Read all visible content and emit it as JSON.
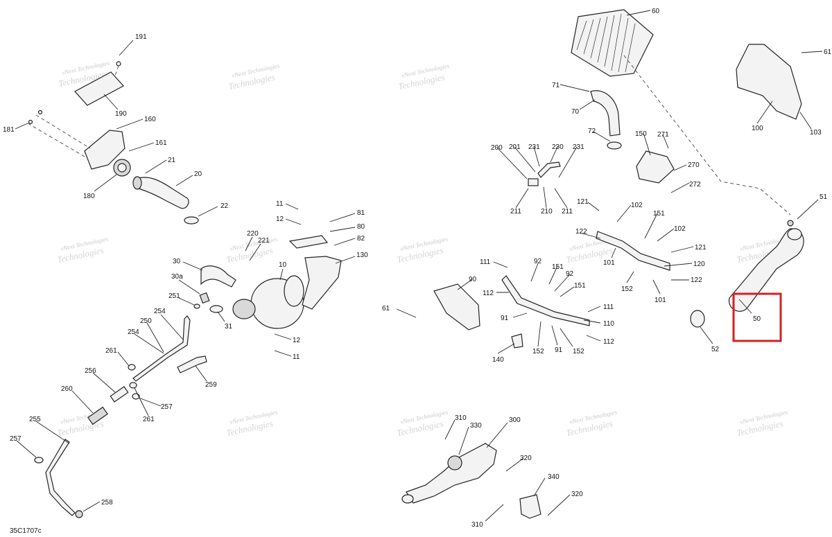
{
  "diagram": {
    "drawing_code": "35C1707c",
    "watermark": {
      "line1": "vNext Technologies",
      "line2": "Technologies"
    },
    "highlight": {
      "target": "50",
      "color": "#d62020"
    },
    "callouts": [
      {
        "id": "c191",
        "label": "191"
      },
      {
        "id": "c190",
        "label": "190"
      },
      {
        "id": "c181",
        "label": "181"
      },
      {
        "id": "c160",
        "label": "160"
      },
      {
        "id": "c161",
        "label": "161"
      },
      {
        "id": "c21",
        "label": "21"
      },
      {
        "id": "c20",
        "label": "20"
      },
      {
        "id": "c180",
        "label": "180"
      },
      {
        "id": "c22",
        "label": "22"
      },
      {
        "id": "c11a",
        "label": "11"
      },
      {
        "id": "c12a",
        "label": "12"
      },
      {
        "id": "c81",
        "label": "81"
      },
      {
        "id": "c80",
        "label": "80"
      },
      {
        "id": "c82",
        "label": "82"
      },
      {
        "id": "c220",
        "label": "220"
      },
      {
        "id": "c221",
        "label": "221"
      },
      {
        "id": "c130",
        "label": "130"
      },
      {
        "id": "c30",
        "label": "30"
      },
      {
        "id": "c10",
        "label": "10"
      },
      {
        "id": "c30a",
        "label": "30a"
      },
      {
        "id": "c251",
        "label": "251"
      },
      {
        "id": "c31",
        "label": "31"
      },
      {
        "id": "c254a",
        "label": "254"
      },
      {
        "id": "c250",
        "label": "250"
      },
      {
        "id": "c254b",
        "label": "254"
      },
      {
        "id": "c12b",
        "label": "12"
      },
      {
        "id": "c11b",
        "label": "11"
      },
      {
        "id": "c261a",
        "label": "261"
      },
      {
        "id": "c256",
        "label": "256"
      },
      {
        "id": "c259",
        "label": "259"
      },
      {
        "id": "c260",
        "label": "260"
      },
      {
        "id": "c257a",
        "label": "257"
      },
      {
        "id": "c261b",
        "label": "261"
      },
      {
        "id": "c255",
        "label": "255"
      },
      {
        "id": "c257b",
        "label": "257"
      },
      {
        "id": "c258",
        "label": "258"
      },
      {
        "id": "c60",
        "label": "60"
      },
      {
        "id": "c71",
        "label": "71"
      },
      {
        "id": "c70",
        "label": "70"
      },
      {
        "id": "c72",
        "label": "72"
      },
      {
        "id": "c150",
        "label": "150"
      },
      {
        "id": "c271",
        "label": "271"
      },
      {
        "id": "c270",
        "label": "270"
      },
      {
        "id": "c272",
        "label": "272"
      },
      {
        "id": "c200",
        "label": "200"
      },
      {
        "id": "c201",
        "label": "201"
      },
      {
        "id": "c231a",
        "label": "231"
      },
      {
        "id": "c230",
        "label": "230"
      },
      {
        "id": "c231b",
        "label": "231"
      },
      {
        "id": "c211a",
        "label": "211"
      },
      {
        "id": "c210",
        "label": "210"
      },
      {
        "id": "c211b",
        "label": "211"
      },
      {
        "id": "c121a",
        "label": "121"
      },
      {
        "id": "c102a",
        "label": "102"
      },
      {
        "id": "c151a",
        "label": "151"
      },
      {
        "id": "c122a",
        "label": "122"
      },
      {
        "id": "c102b",
        "label": "102"
      },
      {
        "id": "c101a",
        "label": "101"
      },
      {
        "id": "c121b",
        "label": "121"
      },
      {
        "id": "c120",
        "label": "120"
      },
      {
        "id": "c122b",
        "label": "122"
      },
      {
        "id": "c152a",
        "label": "152"
      },
      {
        "id": "c101b",
        "label": "101"
      },
      {
        "id": "c111a",
        "label": "111"
      },
      {
        "id": "c92a",
        "label": "92"
      },
      {
        "id": "c151b",
        "label": "151"
      },
      {
        "id": "c92b",
        "label": "92"
      },
      {
        "id": "c151c",
        "label": "151"
      },
      {
        "id": "c90",
        "label": "90"
      },
      {
        "id": "c112a",
        "label": "112"
      },
      {
        "id": "c61a",
        "label": "61"
      },
      {
        "id": "c111b",
        "label": "111"
      },
      {
        "id": "c91a",
        "label": "91"
      },
      {
        "id": "c110",
        "label": "110"
      },
      {
        "id": "c112b",
        "label": "112"
      },
      {
        "id": "c140",
        "label": "140"
      },
      {
        "id": "c152b",
        "label": "152"
      },
      {
        "id": "c91b",
        "label": "91"
      },
      {
        "id": "c152c",
        "label": "152"
      },
      {
        "id": "c61b",
        "label": "61"
      },
      {
        "id": "c100",
        "label": "100"
      },
      {
        "id": "c103",
        "label": "103"
      },
      {
        "id": "c51",
        "label": "51"
      },
      {
        "id": "c50",
        "label": "50"
      },
      {
        "id": "c52",
        "label": "52"
      },
      {
        "id": "c310a",
        "label": "310"
      },
      {
        "id": "c330",
        "label": "330"
      },
      {
        "id": "c300",
        "label": "300"
      },
      {
        "id": "c320a",
        "label": "320"
      },
      {
        "id": "c340",
        "label": "340"
      },
      {
        "id": "c320b",
        "label": "320"
      },
      {
        "id": "c310b",
        "label": "310"
      }
    ]
  }
}
